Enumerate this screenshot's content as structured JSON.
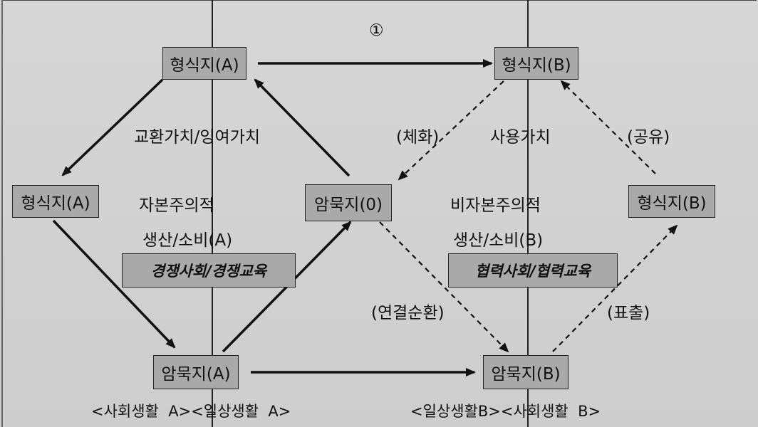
{
  "figure_number": "①",
  "nodes": {
    "explicit_a_top": "형식지(A)",
    "explicit_b_top": "형식지(B)",
    "explicit_a_left": "형식지(A)",
    "tacit_zero": "암묵지(0)",
    "explicit_b_right": "형식지(B)",
    "tacit_a": "암묵지(A)",
    "tacit_b": "암묵지(B)"
  },
  "labels": {
    "exchange_value": "교환가치/잉여가치",
    "embodiment": "(체화)",
    "use_value": "사용가치",
    "sharing": "(공유)",
    "capitalist_line1": "자본주의적",
    "capitalist_line2": "생산/소비(A)",
    "noncapitalist_line1": "비자본주의적",
    "noncapitalist_line2": "생산/소비(B)",
    "connection_cycle": "(연결순환)",
    "expression": "(표출)"
  },
  "boxes": {
    "competition": "경쟁사회/경쟁교육",
    "cooperation": "협력사회/협력교육"
  },
  "captions": {
    "left": "<사회생활  A><일상생활  A>",
    "right": "<일상생활B><사회생활  B>"
  }
}
